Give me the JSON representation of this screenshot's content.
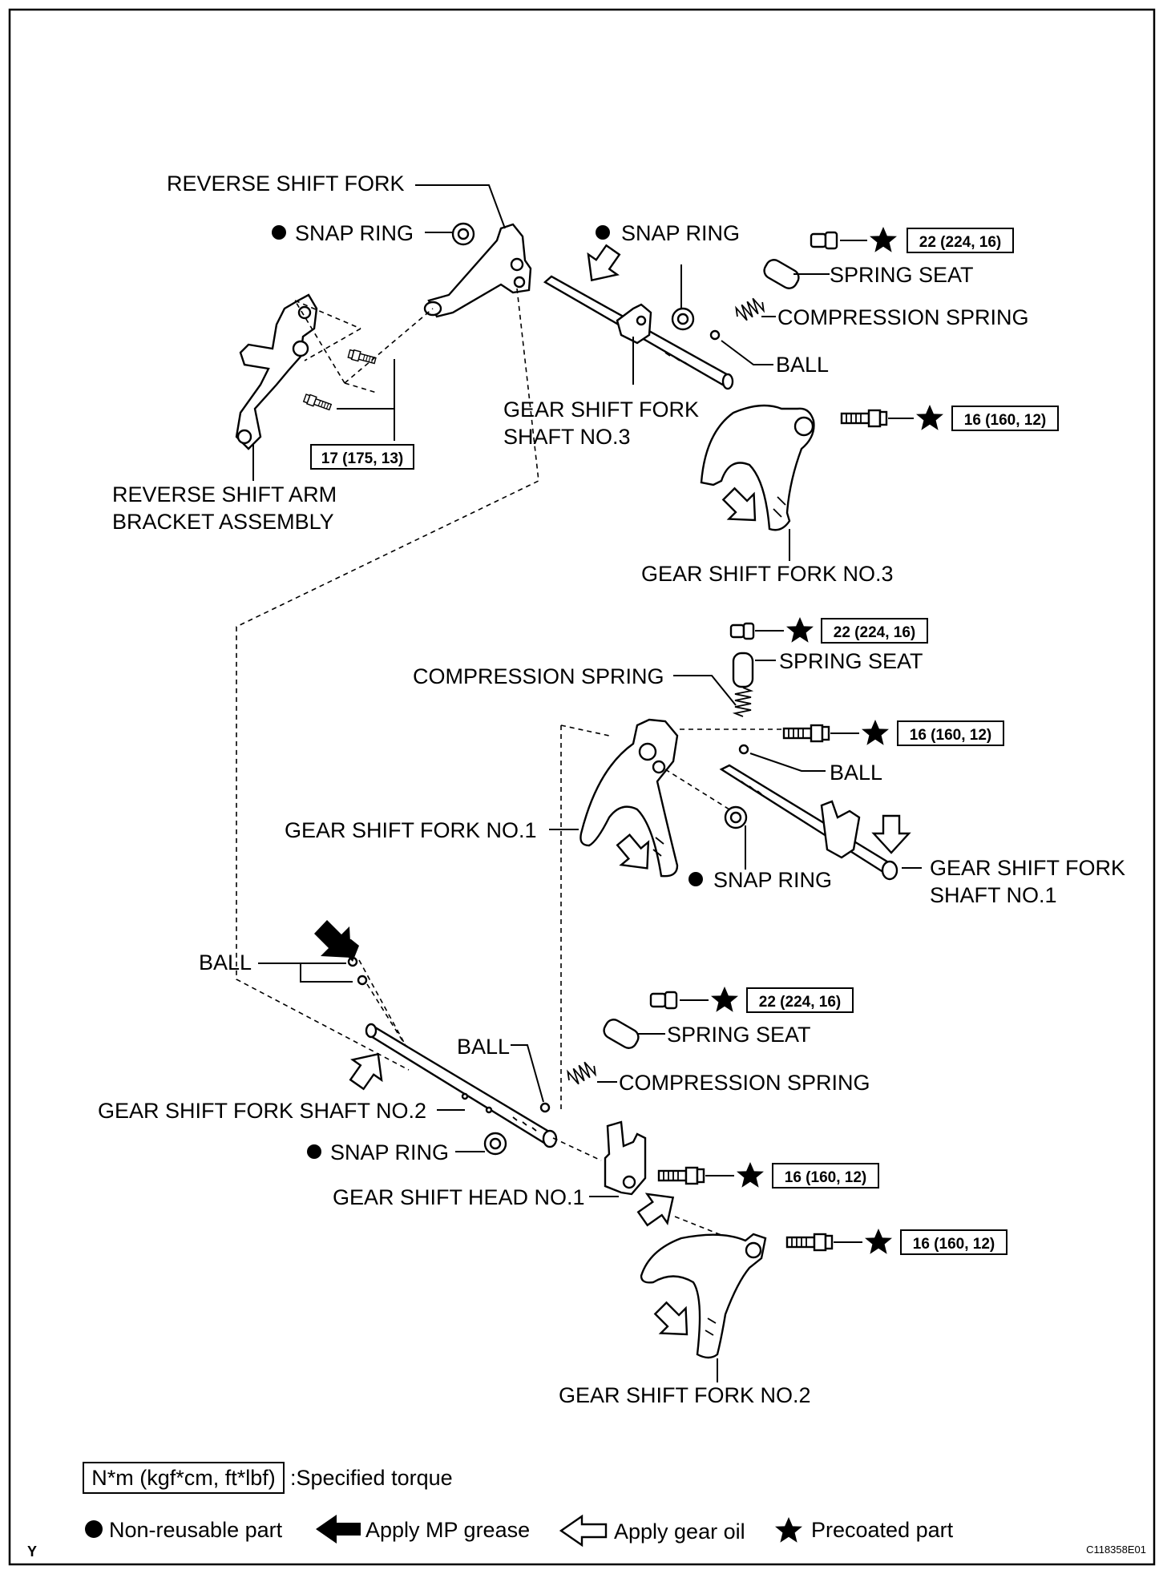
{
  "labels": {
    "reverse_shift_fork": "REVERSE SHIFT FORK",
    "snap_ring": "SNAP RING",
    "spring_seat": "SPRING SEAT",
    "compression_spring": "COMPRESSION SPRING",
    "ball": "BALL",
    "gear_shift_fork_shaft": "GEAR SHIFT FORK",
    "shaft_no3": "SHAFT NO.3",
    "shaft_no1": "SHAFT NO.1",
    "reverse_shift_arm": "REVERSE SHIFT ARM",
    "bracket_assembly": "BRACKET ASSEMBLY",
    "gear_shift_fork_no3": "GEAR SHIFT FORK NO.3",
    "gear_shift_fork_no1": "GEAR SHIFT FORK NO.1",
    "gear_shift_fork_no2": "GEAR SHIFT FORK NO.2",
    "gear_shift_fork_shaft_no2": "GEAR SHIFT FORK SHAFT NO.2",
    "gear_shift_head_no1": "GEAR SHIFT HEAD NO.1"
  },
  "torques": {
    "t22": "22 (224, 16)",
    "t16": "16 (160, 12)",
    "t17": "17 (175, 13)"
  },
  "legend": {
    "torque_unit": "N*m (kgf*cm, ft*lbf)",
    "torque_desc": ":Specified torque",
    "non_reusable": "Non-reusable part",
    "mp_grease": "Apply MP grease",
    "gear_oil": "Apply gear oil",
    "precoated": "Precoated part"
  },
  "corner_mark": "Y",
  "figure_id": "C118358E01",
  "icons": [
    "bullet-dot-icon",
    "star-icon",
    "outline-arrow-icon",
    "solid-arrow-icon"
  ]
}
